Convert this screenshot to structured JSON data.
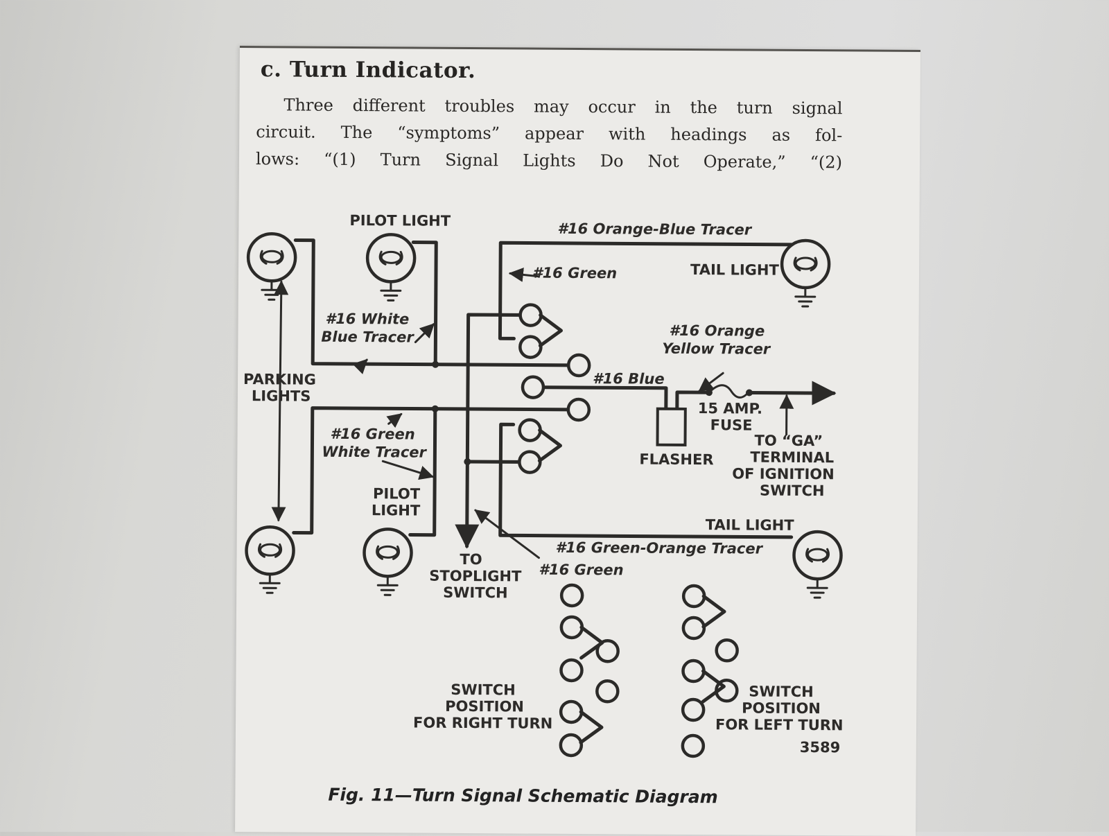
{
  "section": {
    "heading": "c. Turn Indicator.",
    "paragraph_lines": [
      "Three different troubles may occur in the turn signal",
      "circuit. The “symptoms” appear with headings as fol-",
      "lows: “(1) Turn Signal Lights Do Not Operate,” “(2)"
    ]
  },
  "diagram": {
    "labels": {
      "pilot_light_top": "PILOT LIGHT",
      "pilot_light_bottom_1": "PILOT",
      "pilot_light_bottom_2": "LIGHT",
      "parking_lights_1": "PARKING",
      "parking_lights_2": "LIGHTS",
      "tail_light_top": "TAIL LIGHT",
      "tail_light_bottom": "TAIL LIGHT",
      "flasher": "FLASHER",
      "fuse_1": "15 AMP.",
      "fuse_2": "FUSE",
      "ignition_1": "TO “GA”",
      "ignition_2": "TERMINAL",
      "ignition_3": "OF IGNITION",
      "ignition_4": "SWITCH",
      "stoplight_1": "TO",
      "stoplight_2": "STOPLIGHT",
      "stoplight_3": "SWITCH",
      "right_turn_1": "SWITCH",
      "right_turn_2": "POSITION",
      "right_turn_3": "FOR RIGHT TURN",
      "left_turn_1": "SWITCH",
      "left_turn_2": "POSITION",
      "left_turn_3": "FOR LEFT TURN",
      "figure_number": "3589"
    },
    "wires": {
      "orange_blue": "#16 Orange-Blue Tracer",
      "green_top": "#16 Green",
      "white_blue_1": "#16 White",
      "white_blue_2": "Blue Tracer",
      "orange_yellow_1": "#16 Orange",
      "orange_yellow_2": "Yellow Tracer",
      "blue": "#16 Blue",
      "green_white_1": "#16 Green",
      "green_white_2": "White Tracer",
      "green_orange": "#16 Green-Orange Tracer",
      "green_bottom": "#16 Green"
    }
  },
  "caption": "Fig. 11—Turn Signal Schematic Diagram",
  "colors": {
    "paper": "#ecebe8",
    "ink": "#2b2a28",
    "background": "#d6d6d3"
  }
}
